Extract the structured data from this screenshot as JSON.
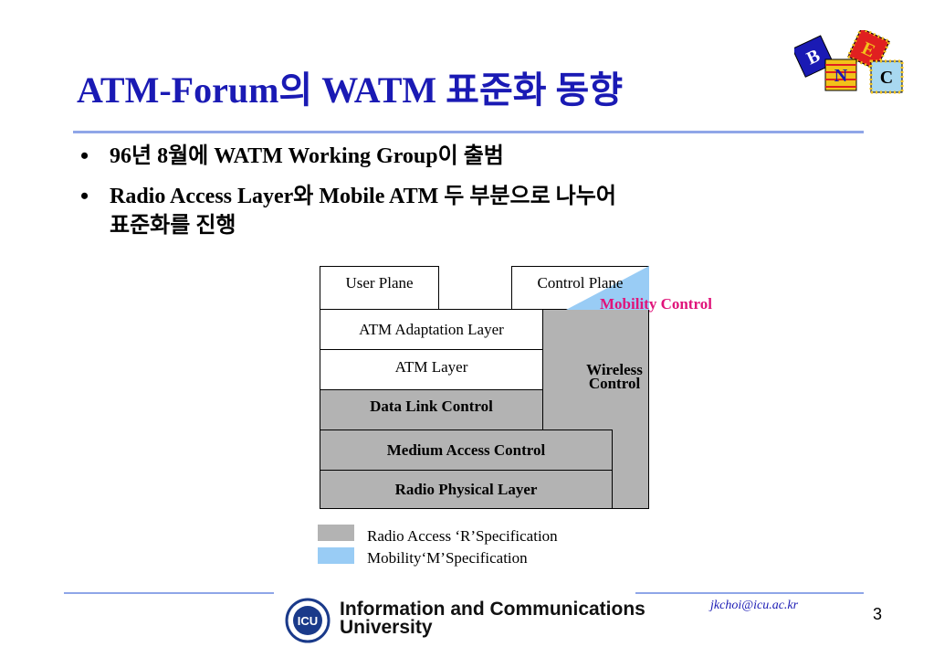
{
  "slide": {
    "title": "ATM-Forum의 WATM 표준화 동향",
    "bullets": [
      {
        "line1": "96년 8월에 WATM Working Group이 출범",
        "line2": ""
      },
      {
        "line1": "Radio Access Layer와 Mobile ATM 두 부분으로 나누어",
        "line2": "표준화를 진행"
      }
    ],
    "bullet_glyph": "•",
    "page_number": "3",
    "email": "jkchoi@icu.ac.kr"
  },
  "logo": {
    "letters": [
      "B",
      "E",
      "N",
      "C"
    ],
    "colors": {
      "B": "#1a1ab4",
      "E": "#e02020",
      "N": "#f2c21a",
      "C": "#a8d8f0"
    }
  },
  "footer": {
    "org_line1": "Information and Communications",
    "org_line2": "University",
    "icon": "icu-seal-icon",
    "seal_text": "ICU"
  },
  "diagram": {
    "user_plane": "User Plane",
    "control_plane": "Control Plane",
    "mobility_control": "Mobility Control",
    "aal": "ATM Adaptation Layer",
    "atm_layer": "ATM Layer",
    "data_link": "Data Link Control",
    "mac": "Medium Access Control",
    "phy": "Radio Physical Layer",
    "wireless_control_line1": "Wireless",
    "wireless_control_line2": "Control",
    "colors": {
      "gray": "#b3b3b3",
      "blue": "#99ccf5",
      "pink": "#e0147a"
    }
  },
  "legend": [
    {
      "label": "Radio Access ‘R’Specification",
      "color": "#b3b3b3"
    },
    {
      "label": "Mobility‘M’Specification",
      "color": "#99ccf5"
    }
  ]
}
